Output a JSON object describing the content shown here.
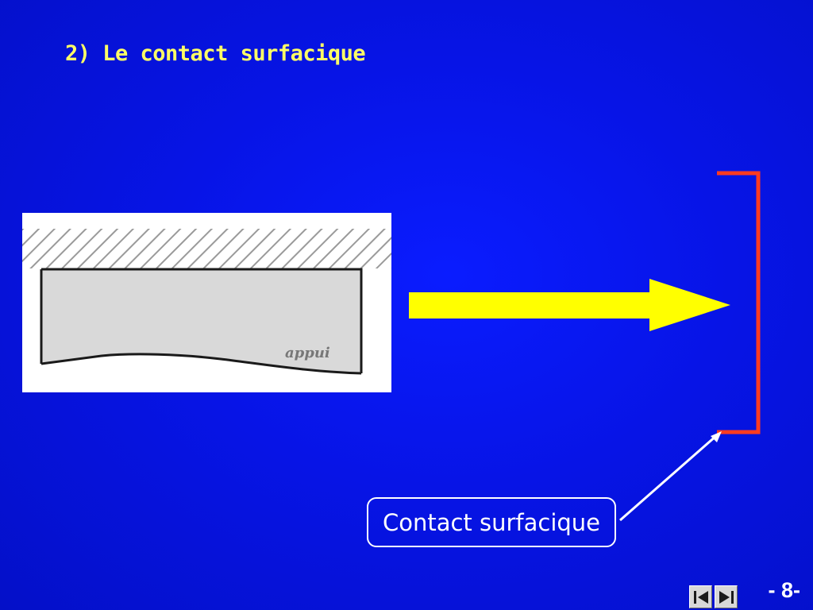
{
  "slide": {
    "title": "2) Le contact surfacique",
    "page_number": "- 8-"
  },
  "figure": {
    "part_label": "appui"
  },
  "callout": {
    "label": "Contact surfacique"
  },
  "colors": {
    "background": "#0714e6",
    "title": "#ffff66",
    "arrow": "#ffff00",
    "bracket": "#ff3b1f",
    "callout_line": "#ffffff"
  },
  "navigation": {
    "prev_icon": "prev-triangle-icon",
    "next_icon": "next-triangle-icon"
  }
}
